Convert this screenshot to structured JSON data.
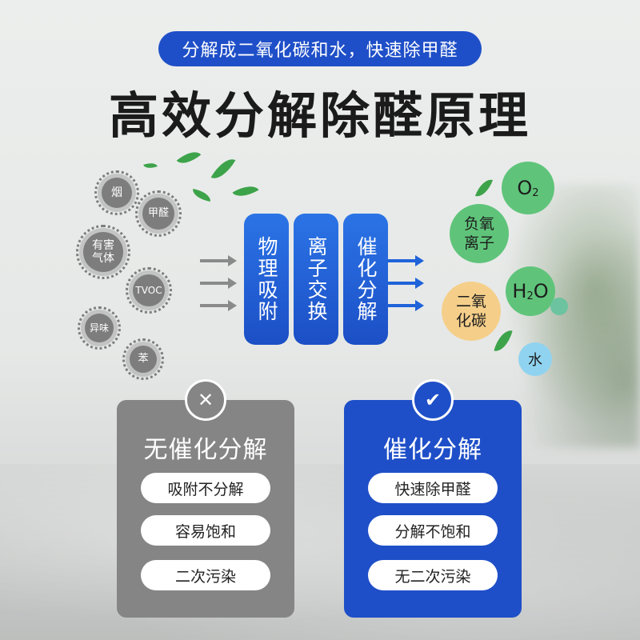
{
  "header": {
    "subtitle": "分解成二氧化碳和水，快速除甲醛",
    "title": "高效分解除醛原理"
  },
  "pollutants": [
    "烟",
    "甲醛",
    "有害\n气体",
    "TVOC",
    "异味",
    "苯"
  ],
  "processes": [
    "物理吸附",
    "离子交换",
    "催化分解"
  ],
  "products": {
    "o2": "O",
    "o2_sub": "2",
    "anion": "负氧\n离子",
    "h2o_h": "H",
    "h2o_sub": "2",
    "h2o_o": "O",
    "co2": "二氧\n化碳",
    "water": "水"
  },
  "cards": {
    "without": {
      "badge": "✕",
      "title": "无催化分解",
      "items": [
        "吸附不分解",
        "容易饱和",
        "二次污染"
      ]
    },
    "with": {
      "badge": "✔",
      "title": "催化分解",
      "items": [
        "快速除甲醛",
        "分解不饱和",
        "无二次污染"
      ]
    }
  },
  "colors": {
    "brand_blue": "#1f4fc8",
    "grey": "#858585",
    "virus": "#7d7d7d",
    "green_circle": "#5fc47a",
    "orange_circle": "#f5cf8a"
  }
}
